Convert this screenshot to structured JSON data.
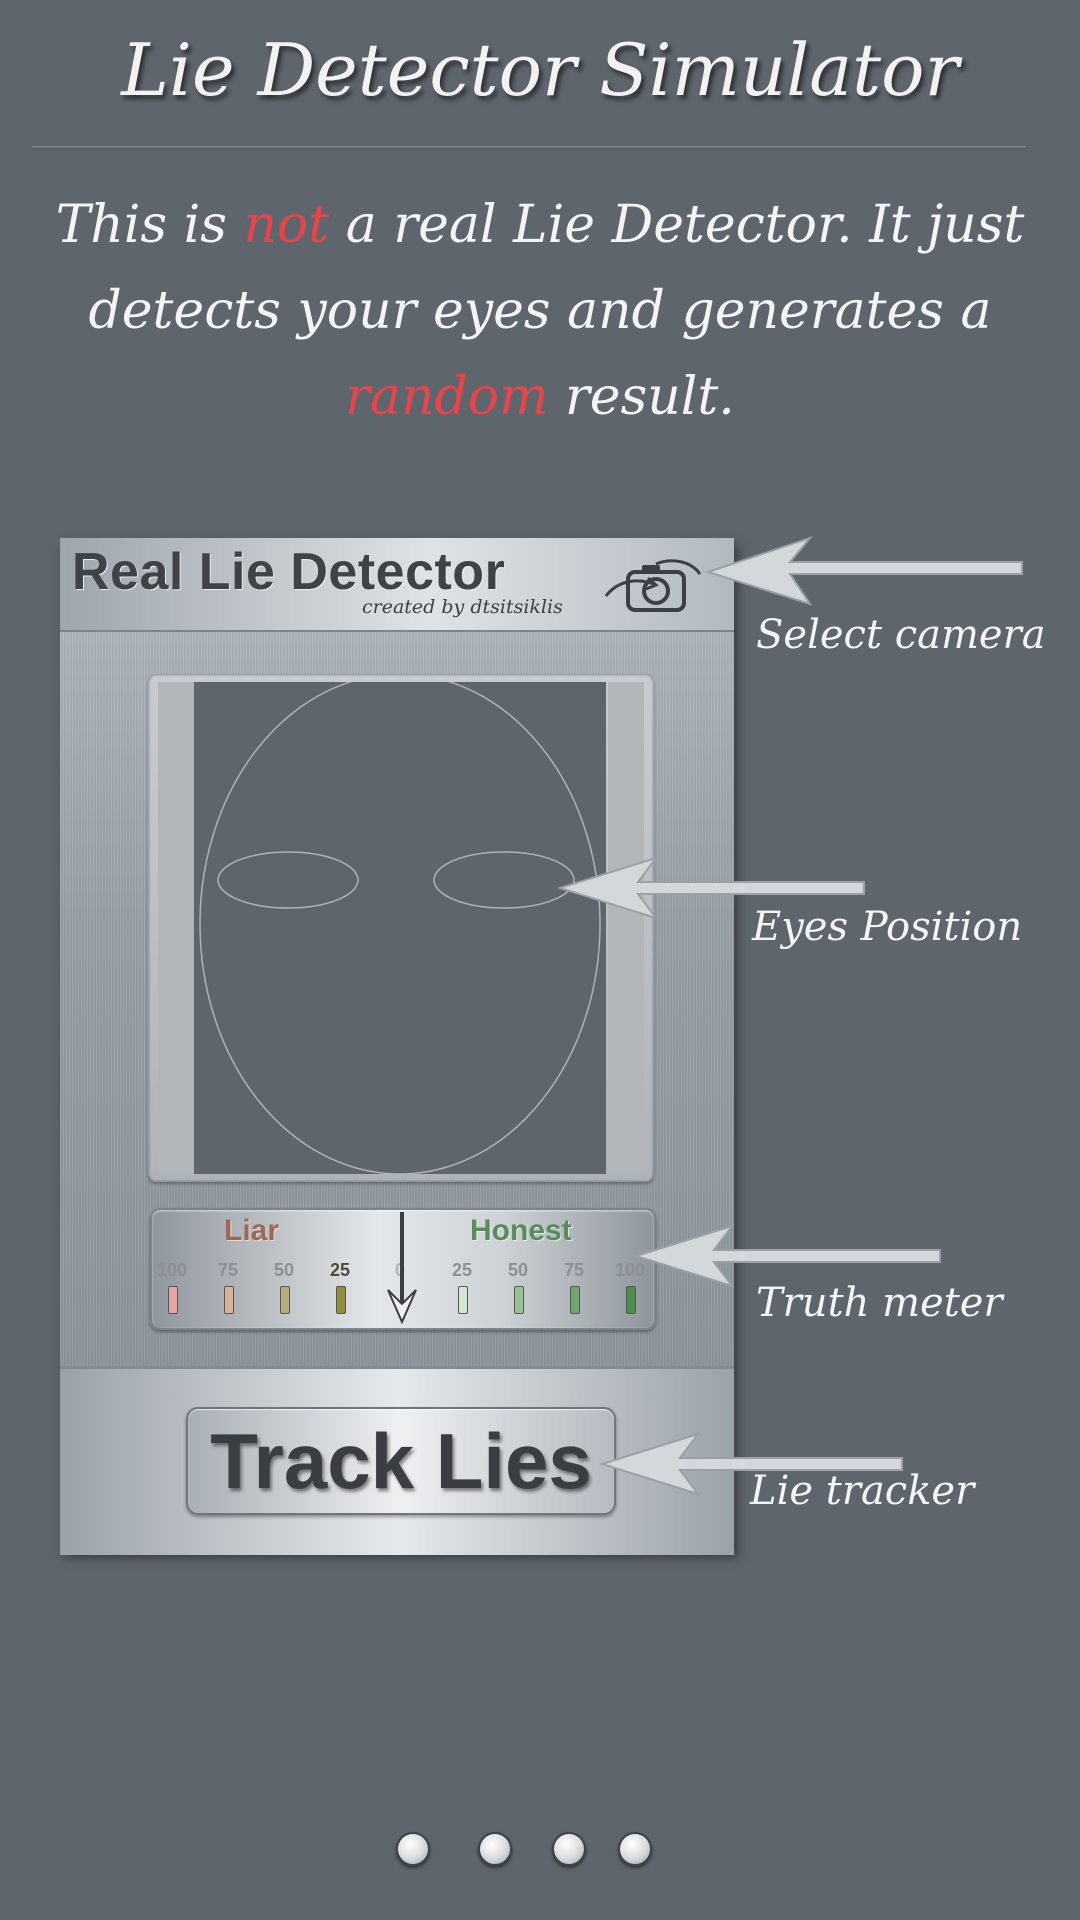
{
  "header": {
    "title": "Lie Detector Simulator"
  },
  "intro": {
    "part1": "This is ",
    "highlight1": "not",
    "part2": " a real Lie Detector. It just detects your eyes and generates a ",
    "highlight2": "random",
    "part3": " result.",
    "highlight_color": "#e8454a"
  },
  "device": {
    "title": "Real Lie Detector",
    "credit": "created by dtsitsiklis",
    "camera_icon": "camera-switch-icon",
    "meter": {
      "liar_label": "Liar",
      "honest_label": "Honest",
      "ticks": [
        "100",
        "75",
        "50",
        "25",
        "0",
        "25",
        "50",
        "75",
        "100"
      ],
      "led_colors": [
        "#e8a4a4",
        "#d9b49a",
        "#b9aa7c",
        "#8f8f3c",
        "#cfe8cf",
        "#98c296",
        "#6fa86c",
        "#4f8f4c"
      ]
    },
    "track_button_label": "Track Lies"
  },
  "callouts": {
    "camera": "Select camera",
    "eyes": "Eyes Position",
    "meter": "Truth meter",
    "tracker": "Lie tracker"
  },
  "pagination": {
    "pages": 4,
    "active_index": 0
  }
}
